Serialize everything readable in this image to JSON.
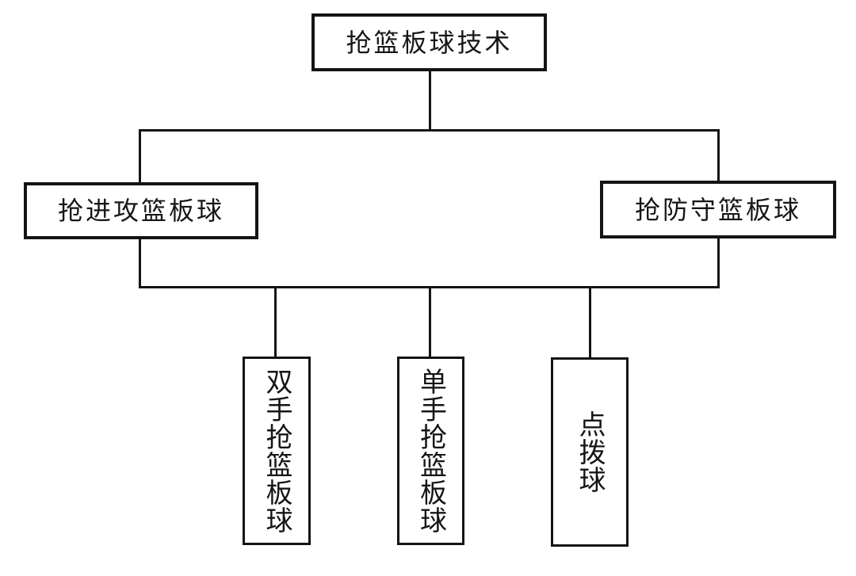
{
  "diagram": {
    "type": "hierarchy-flowchart",
    "background_color": "#ffffff",
    "line_color": "#141414",
    "text_color": "#161616",
    "root": {
      "label": "抢篮板球技术"
    },
    "level2": {
      "left": {
        "label": "抢进攻篮板球"
      },
      "right": {
        "label": "抢防守篮板球"
      }
    },
    "level3": {
      "item1": {
        "label": "双手抢篮板球",
        "orientation": "vertical"
      },
      "item2": {
        "label": "单手抢篮板球",
        "orientation": "vertical"
      },
      "item3": {
        "label": "点拨球",
        "orientation": "vertical"
      }
    },
    "edges": [
      "root -> frame",
      "frame -> 抢进攻篮板球",
      "frame -> 抢防守篮板球",
      "frame -> 双手抢篮板球",
      "frame -> 单手抢篮板球",
      "frame -> 点拨球"
    ]
  }
}
